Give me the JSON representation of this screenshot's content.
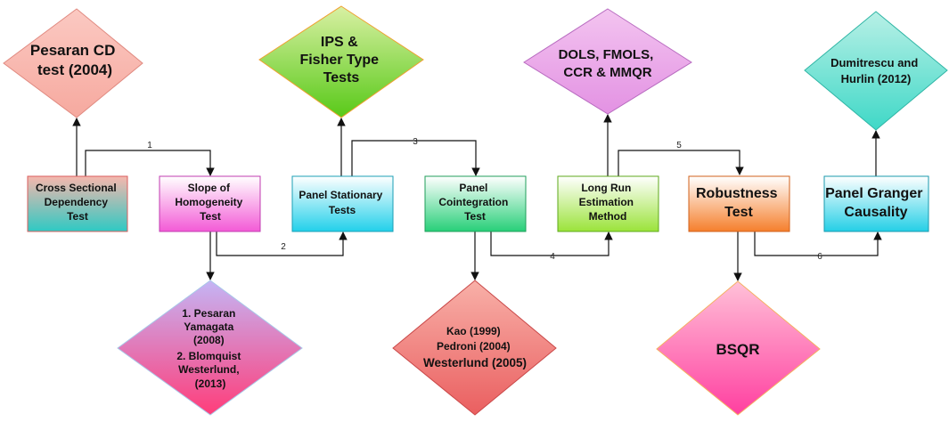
{
  "process_boxes": [
    {
      "id": "cross_sectional",
      "lines": [
        "Cross Sectional",
        "Dependency",
        "Test"
      ],
      "top_color": "#f6b7ad",
      "bottom_color": "#2ec9c3",
      "border_color": "#d95f5f"
    },
    {
      "id": "slope",
      "lines": [
        "Slope of",
        "Homogeneity",
        "Test"
      ],
      "top_color": "#ffffff",
      "bottom_color": "#f35ad6",
      "border_color": "#c03cb0"
    },
    {
      "id": "panel_stationary",
      "lines": [
        "Panel Stationary",
        "Tests"
      ],
      "top_color": "#ffffff",
      "bottom_color": "#22d0ea",
      "border_color": "#1b9fb5"
    },
    {
      "id": "panel_cointegration",
      "lines": [
        "Panel",
        "Cointegration",
        "Test"
      ],
      "top_color": "#ffffff",
      "bottom_color": "#27cf78",
      "border_color": "#1f9e5a"
    },
    {
      "id": "long_run",
      "lines": [
        "Long Run",
        "Estimation",
        "Method"
      ],
      "top_color": "#ffffff",
      "bottom_color": "#9be33a",
      "border_color": "#5ea81b"
    },
    {
      "id": "robustness",
      "lines": [
        "Robustness",
        "Test"
      ],
      "top_color": "#ffffff",
      "bottom_color": "#f57f2c",
      "border_color": "#d0601b"
    },
    {
      "id": "panel_granger",
      "lines": [
        "Panel Granger",
        "Causality"
      ],
      "top_color": "#ffffff",
      "bottom_color": "#24cfe6",
      "border_color": "#1a99ad"
    }
  ],
  "diamonds": [
    {
      "id": "pesaran_cd",
      "lines": [
        "Pesaran CD",
        "test (2004)"
      ],
      "top_color": "#fbc9c2",
      "bottom_color": "#f6a99f",
      "border_color": "#e08a80"
    },
    {
      "id": "ips_fisher",
      "lines": [
        "IPS &",
        "Fisher Type",
        "Tests"
      ],
      "top_color": "#d9f0a3",
      "bottom_color": "#58c918",
      "border_color": "#f0a030"
    },
    {
      "id": "dols",
      "lines": [
        "DOLS, FMOLS,",
        "CCR & MMQR"
      ],
      "top_color": "#f3c4f0",
      "bottom_color": "#e392e3",
      "border_color": "#b86cc0"
    },
    {
      "id": "dumitrescu",
      "lines": [
        "Dumitrescu and",
        "Hurlin (2012)"
      ],
      "top_color": "#b8f0e6",
      "bottom_color": "#3fd8c7",
      "border_color": "#2fb5a5"
    },
    {
      "id": "pesaran_yamagata",
      "lines": [
        "1. Pesaran",
        "Yamagata",
        "(2008)",
        "2. Blomquist",
        "Westerlund,",
        "(2013)"
      ],
      "top_color": "#c4b5f5",
      "bottom_color": "#ff3d7a",
      "border_color": "#a8c8e8"
    },
    {
      "id": "kao",
      "lines": [
        "Kao  (1999)",
        "Pedroni (2004)",
        "Westerlund (2005)"
      ],
      "top_color": "#f8b0a8",
      "bottom_color": "#ea5f60",
      "border_color": "#c94848"
    },
    {
      "id": "bsqr",
      "lines": [
        "BSQR"
      ],
      "top_color": "#ffc1d8",
      "bottom_color": "#ff3fa0",
      "border_color": "#f5b060"
    }
  ],
  "edge_labels": [
    "1",
    "2",
    "3",
    "4",
    "5",
    "6"
  ]
}
